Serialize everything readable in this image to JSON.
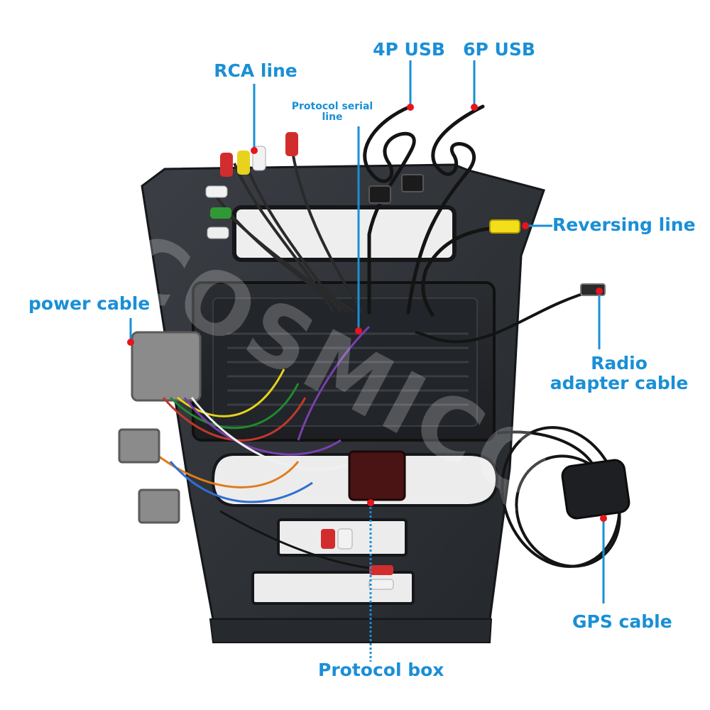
{
  "labels": {
    "rca_line": "RCA line",
    "usb_4p": "4P USB",
    "usb_6p": "6P USB",
    "protocol_serial_line_1": "Protocol serial",
    "protocol_serial_line_2": "line",
    "reversing_line": "Reversing line",
    "power_cable": "power cable",
    "radio_adapter_1": "Radio",
    "radio_adapter_2": "adapter cable",
    "gps_cable": "GPS cable",
    "protocol_box": "Protocol box"
  },
  "watermark": "COSMICQ",
  "colors": {
    "label": "#1a8fd6",
    "pointer_dot": "#e8141c",
    "panel": "#2e3136",
    "background": "#ffffff"
  }
}
